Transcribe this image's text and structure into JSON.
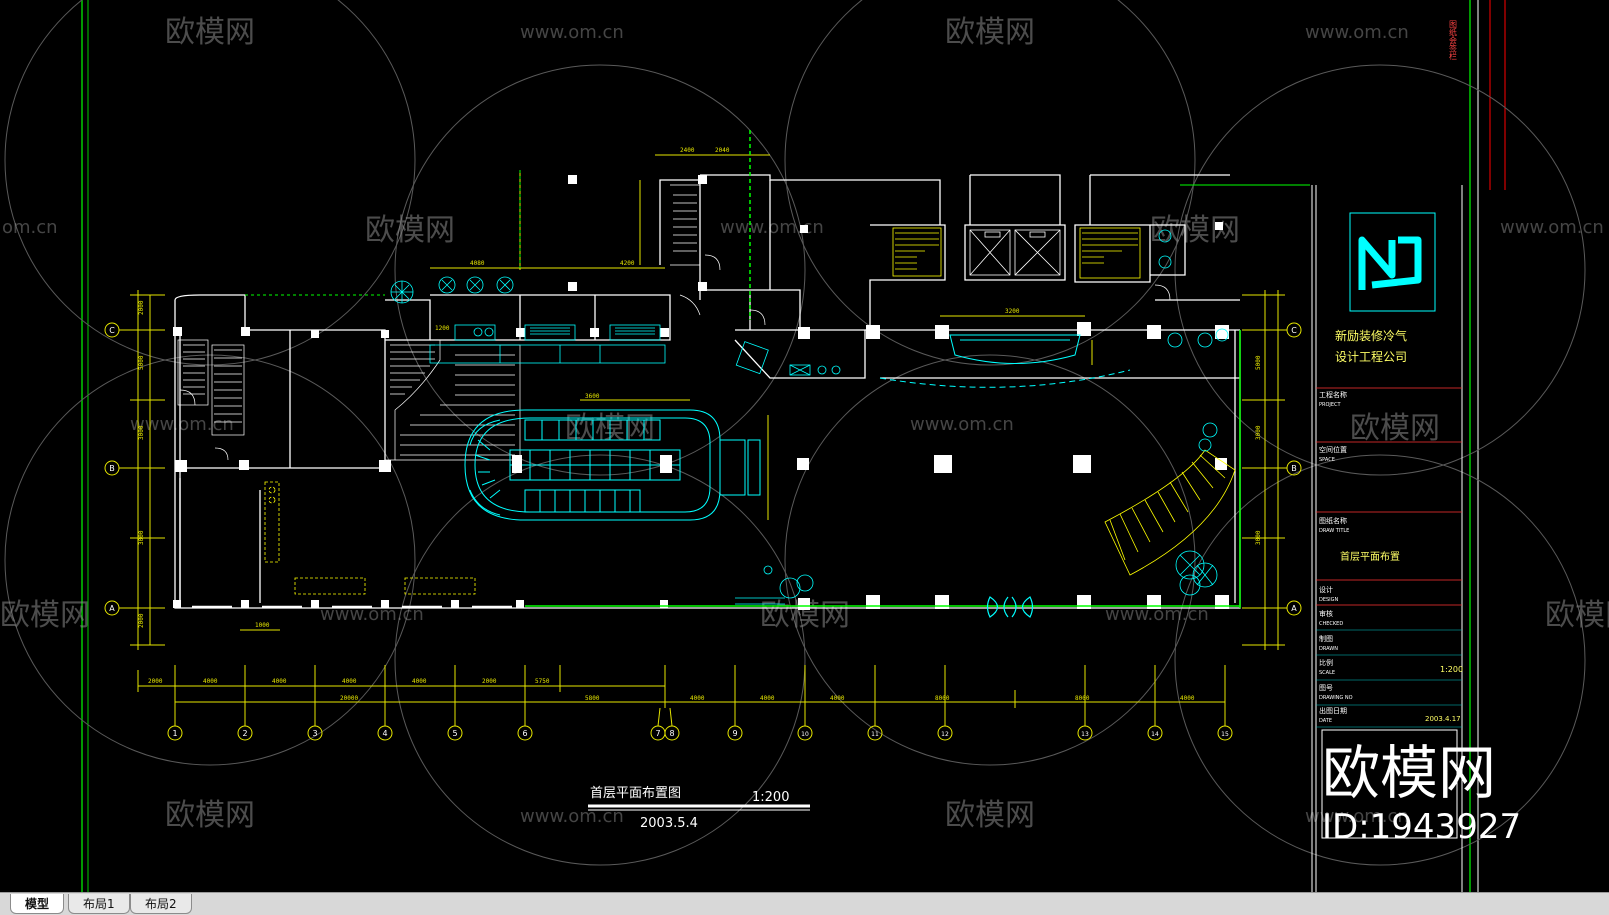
{
  "watermark": {
    "brand": "欧模网",
    "url": "www.om.cn",
    "url_short": "om.cn",
    "big_brand": "欧模网",
    "id_text": "ID:1943927"
  },
  "drawing": {
    "title": "首层平面布置图",
    "scale": "1:200",
    "date": "2003.5.4",
    "axis_rows": [
      "C",
      "B",
      "A"
    ],
    "axis_cols": [
      "1",
      "2",
      "3",
      "4",
      "5",
      "6",
      "7",
      "8",
      "9",
      "10",
      "11",
      "12",
      "13",
      "14",
      "15"
    ],
    "dims_top_row": [
      "2000",
      "4000",
      "4000",
      "4000",
      "4000",
      "2000",
      "5750"
    ],
    "dims_bottom_row": [
      "20000",
      "5800",
      "4000",
      "4000",
      "4000",
      "8000",
      "8000",
      "4000"
    ],
    "dims_left": [
      "2000",
      "5000",
      "3000",
      "3000",
      "2000"
    ],
    "dims_misc": [
      "2400",
      "2040",
      "4080",
      "4200",
      "1200",
      "3200",
      "1000",
      "3600"
    ]
  },
  "title_block": {
    "company_line1": "新励装修冷气",
    "company_line2": "设计工程公司",
    "vertical_label": "图纸会签栏",
    "fields": [
      {
        "label": "工程名称",
        "label_en": "PROJECT",
        "value": ""
      },
      {
        "label": "空间位置",
        "label_en": "SPACE",
        "value": ""
      },
      {
        "label": "图纸名称",
        "label_en": "DRAW TITLE",
        "value": "首层平面布置"
      },
      {
        "label": "设计",
        "label_en": "DESIGN",
        "value": ""
      },
      {
        "label": "审核",
        "label_en": "CHECKED",
        "value": ""
      },
      {
        "label": "制图",
        "label_en": "DRAWN",
        "value": ""
      },
      {
        "label": "比例",
        "label_en": "SCALE",
        "value": "1:200"
      },
      {
        "label": "图号",
        "label_en": "DRAWING NO",
        "value": ""
      },
      {
        "label": "出图日期",
        "label_en": "DATE",
        "value": "2003.4.17"
      }
    ]
  },
  "tabs": [
    {
      "label": "模型",
      "active": true
    },
    {
      "label": "布局1",
      "active": false
    },
    {
      "label": "布局2",
      "active": false
    }
  ],
  "colors": {
    "background": "#000000",
    "wall": "#ffffff",
    "dimension": "#ffff00",
    "furniture": "#00ffff",
    "green": "#00ff00",
    "border_red": "#ff0000",
    "watermark": "#9a9a9a"
  }
}
